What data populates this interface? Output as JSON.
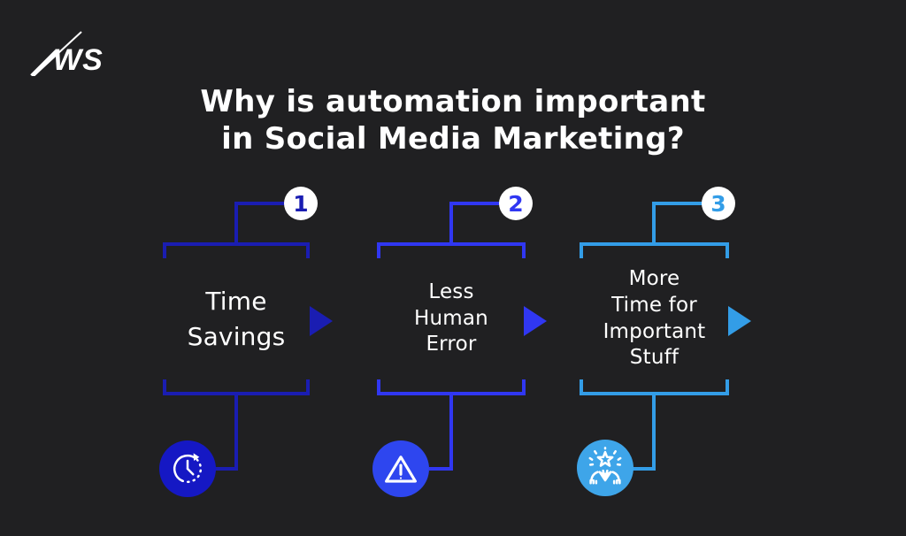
{
  "header": {
    "title_line1": "Why is automation important",
    "title_line2": "in Social Media Marketing?"
  },
  "logo": {
    "text": "WS"
  },
  "items": [
    {
      "number": "1",
      "label": "Time\nSavings",
      "line_color": "#1a1db2",
      "icon_bg": "#1518c4",
      "icon": "clock-history-icon"
    },
    {
      "number": "2",
      "label": "Less\nHuman\nError",
      "line_color": "#3037f2",
      "icon_bg": "#2e46ef",
      "icon": "warning-icon"
    },
    {
      "number": "3",
      "label": "More\nTime for\nImportant\nStuff",
      "line_color": "#339de7",
      "icon_bg": "#3ea5e9",
      "icon": "star-celebration-icon"
    }
  ],
  "colors": {
    "background": "#202022",
    "text": "#ffffff",
    "badge_background": "#ffffff"
  }
}
